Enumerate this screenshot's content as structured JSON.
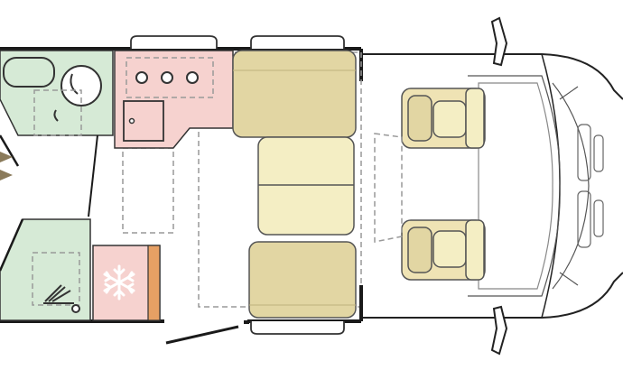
{
  "diagram": {
    "type": "camper-van-floor-plan",
    "colors": {
      "wall": "#1a1a1a",
      "washroom": "#d6ead6",
      "kitchen": "#f6d2cf",
      "fridge": "#f6d2cf",
      "fridge_trim": "#e6a064",
      "seat_dark": "#e2d6a3",
      "seat_light": "#f4eec4",
      "dash": "#999999",
      "outline": "#555555"
    },
    "icons": [
      "snowflake-icon",
      "sink-icon",
      "toilet-icon",
      "shower-icon",
      "stove-burner-icon",
      "door-arrow-icon",
      "wheel-icon"
    ],
    "areas": [
      "cab",
      "dinette",
      "kitchen",
      "washroom",
      "shower",
      "fridge",
      "wardrobe"
    ]
  }
}
